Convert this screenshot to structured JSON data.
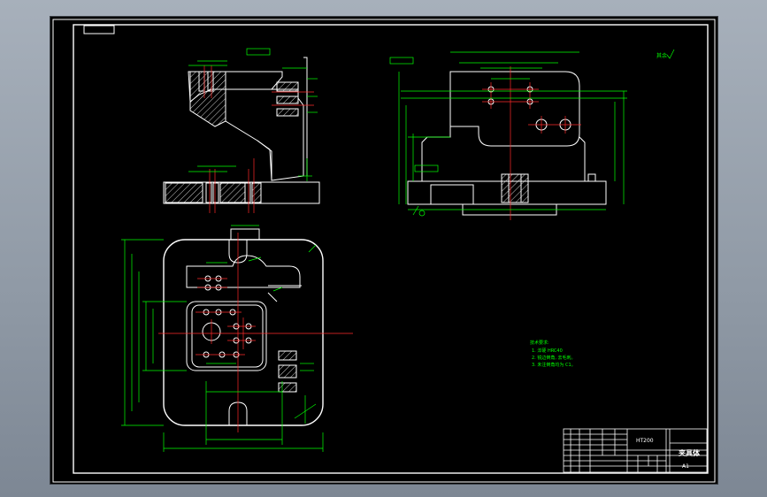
{
  "drawing": {
    "corner_label": "",
    "roughness_note": "其余",
    "material": "HT200",
    "part_name": "夹具体",
    "sheet_size": "A1",
    "tech_requirements": {
      "title": "技术要求:",
      "items": [
        "1. 淬硬 HRC40",
        "2. 锐边倒角, 去毛刺。",
        "3. 未注倒角均为 C1。"
      ]
    },
    "colors": {
      "background": "#000000",
      "outline": "#ffffff",
      "dimension": "#00ff00",
      "centerline": "#ff2a2a"
    }
  }
}
